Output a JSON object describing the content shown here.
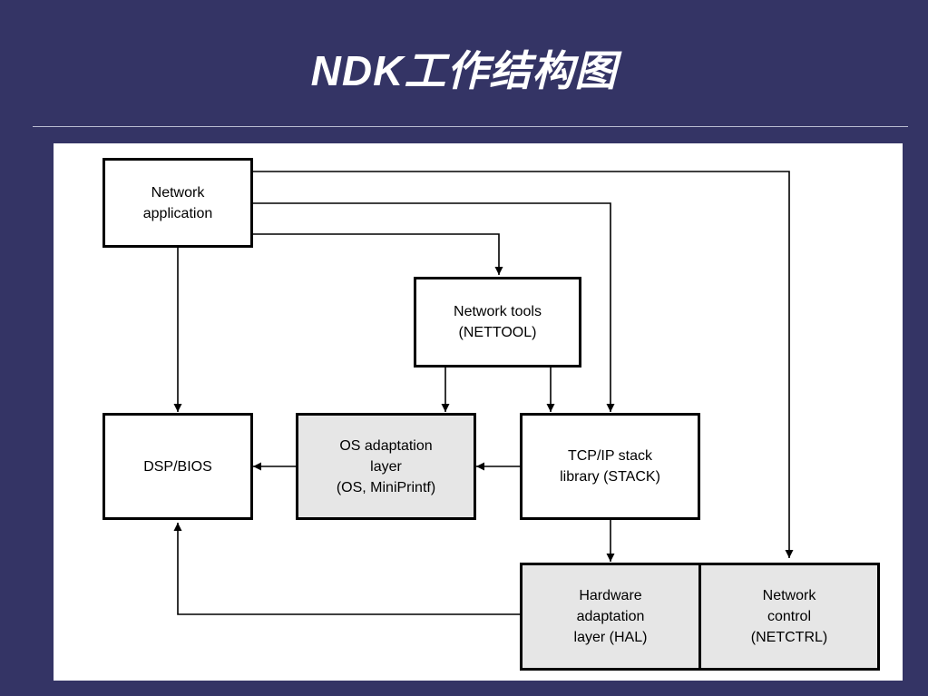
{
  "slide": {
    "title": "NDK工作结构图"
  },
  "diagram": {
    "nodes": {
      "network_application": {
        "line1": "Network",
        "line2": "application"
      },
      "network_tools": {
        "line1": "Network tools",
        "line2": "(NETTOOL)"
      },
      "dsp_bios": {
        "line1": "DSP/BIOS"
      },
      "os_adaptation": {
        "line1": "OS adaptation",
        "line2": "layer",
        "line3": "(OS, MiniPrintf)"
      },
      "tcpip_stack": {
        "line1": "TCP/IP stack",
        "line2": "library (STACK)"
      },
      "hal": {
        "line1": "Hardware",
        "line2": "adaptation",
        "line3": "layer (HAL)"
      },
      "network_control": {
        "line1": "Network",
        "line2": "control",
        "line3": "(NETCTRL)"
      }
    },
    "colors": {
      "slide_background": "#343465",
      "panel_background": "#ffffff",
      "gray_box": "#e6e6e6",
      "line": "#000000"
    }
  }
}
